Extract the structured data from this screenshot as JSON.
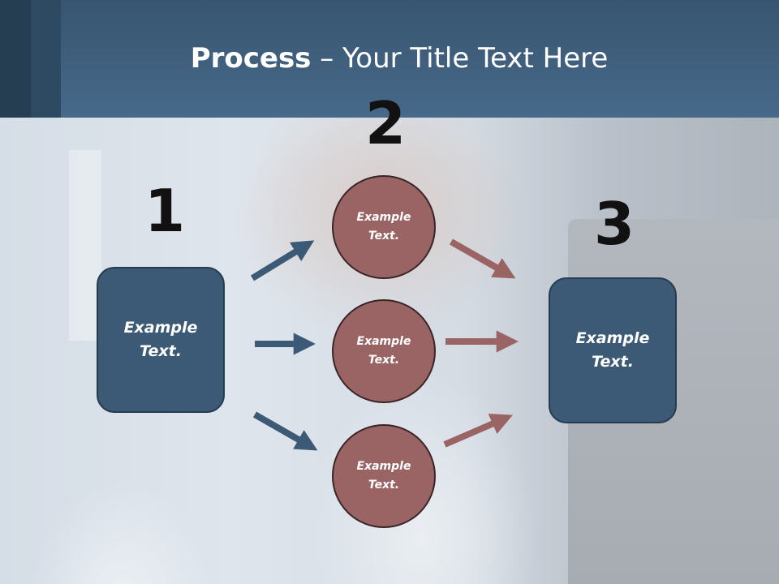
{
  "slide": {
    "title_bold": "Process",
    "title_rest": " – Your Title Text Here"
  },
  "steps": {
    "num1": "1",
    "num2": "2",
    "num3": "3"
  },
  "boxes": {
    "left": {
      "line1": "Example",
      "line2": "Text."
    },
    "right": {
      "line1": "Example",
      "line2": "Text."
    }
  },
  "circles": [
    {
      "line1": "Example",
      "line2": "Text."
    },
    {
      "line1": "Example",
      "line2": "Text."
    },
    {
      "line1": "Example",
      "line2": "Text."
    }
  ],
  "colors": {
    "header": "#47698a",
    "box": "#3c5a76",
    "circle": "#9a6464",
    "arrow_blue": "#3c5a76",
    "arrow_red": "#9a6464"
  }
}
